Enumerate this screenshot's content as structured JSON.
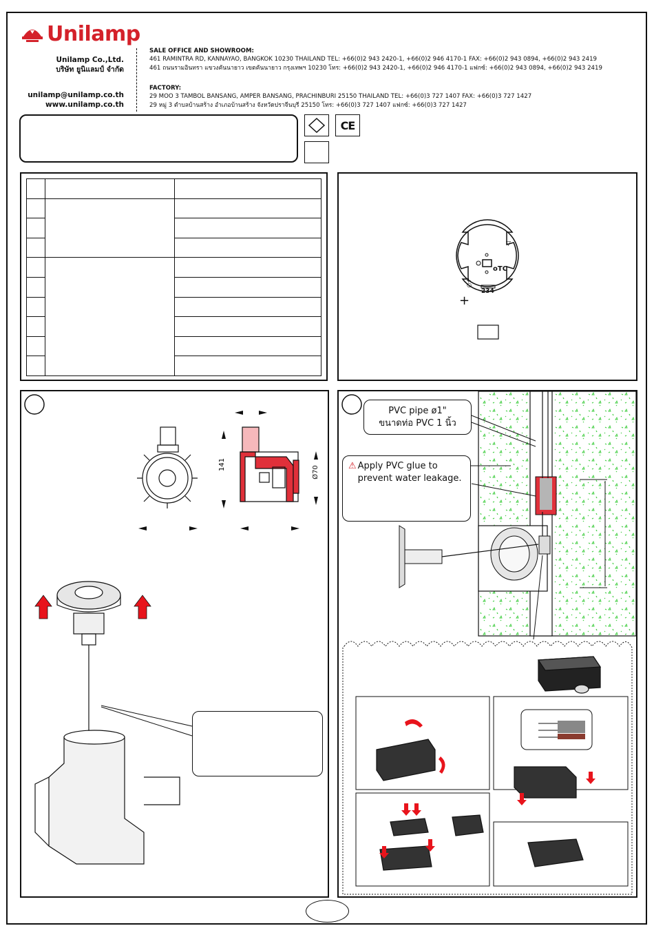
{
  "brand": {
    "logo_text": "Unilamp",
    "accent_color": "#d4212a"
  },
  "company": {
    "name_en": "Unilamp Co.,Ltd.",
    "name_th": "บริษัท ยูนิแลมป์ จำกัด",
    "email": "unilamp@unilamp.co.th",
    "website": "www.unilamp.co.th"
  },
  "sales_office": {
    "heading": "SALE OFFICE AND SHOWROOM:",
    "line_en": "461 RAMINTRA RD, KANNAYAO, BANGKOK 10230 THAILAND TEL: +66(0)2 943 2420-1, +66(0)2 946 4170-1 FAX: +66(0)2 943 0894, +66(0)2 943 2419",
    "line_th": "461 ถนนรามอินทรา แขวงคันนายาว เขตคันนายาว กรุงเทพฯ 10230  โทร: +66(0)2 943 2420-1, +66(0)2 946 4170-1 แฟกซ์: +66(0)2 943 0894, +66(0)2 943 2419"
  },
  "factory": {
    "heading": "FACTORY:",
    "line_en": "29 MOO 3 TAMBOL BANSANG, AMPER BANSANG, PRACHINBURI 25150 THAILAND TEL: +66(0)3 727 1407 FAX: +66(0)3 727 1427",
    "line_th": "29 หมู่ 3 ตำบลบ้านสร้าง อำเภอบ้านสร้าง จังหวัดปราจีนบุรี  25150  โทร: +66(0)3 727 1407 แฟกซ์: +66(0)3 727 1427"
  },
  "certification": {
    "ce_mark": "CE",
    "icons": [
      "diamond-icon",
      "ce-mark-icon"
    ]
  },
  "pcb_diagram": {
    "marking_tc": "oTC",
    "marking_234": "234",
    "plus_sign": "+"
  },
  "dimensions": {
    "height": "141",
    "diameter": "Ø70"
  },
  "installation": {
    "pvc_label_en": "PVC pipe  ø1\"",
    "pvc_label_th": "ขนาดท่อ PVC  1 นิ้ว",
    "glue_warning": "Apply PVC glue to prevent water leakage."
  },
  "colors": {
    "cross_section_red": "#e0303a",
    "ground_green": "#3ccc3c",
    "arrow_red": "#e8141c"
  }
}
